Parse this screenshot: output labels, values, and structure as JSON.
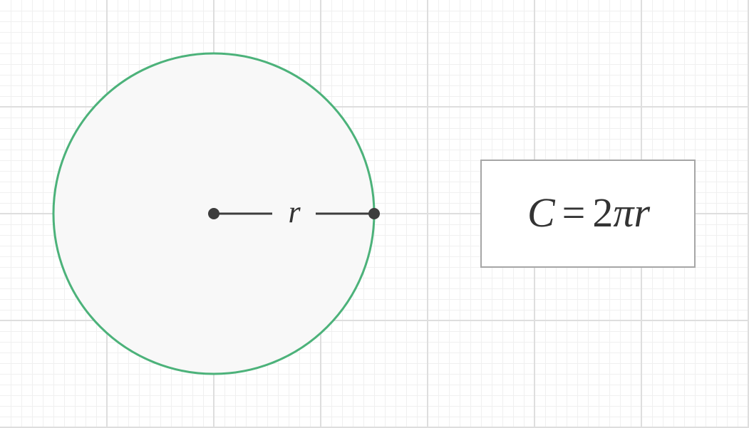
{
  "diagram": {
    "radius_label": "r",
    "formula": {
      "lhs": "C",
      "equals": "=",
      "coefficient": "2",
      "pi": "π",
      "variable": "r"
    },
    "colors": {
      "background": "#ffffff",
      "minor_grid": "#f0f0f0",
      "major_grid": "#dedede",
      "circle_stroke": "#4cb27a",
      "circle_fill": "#f8f8f8",
      "radius_line": "#3d3d3d",
      "formula_box_stroke": "#a6a6a6",
      "formula_box_fill": "#ffffff",
      "text": "#333333"
    }
  }
}
